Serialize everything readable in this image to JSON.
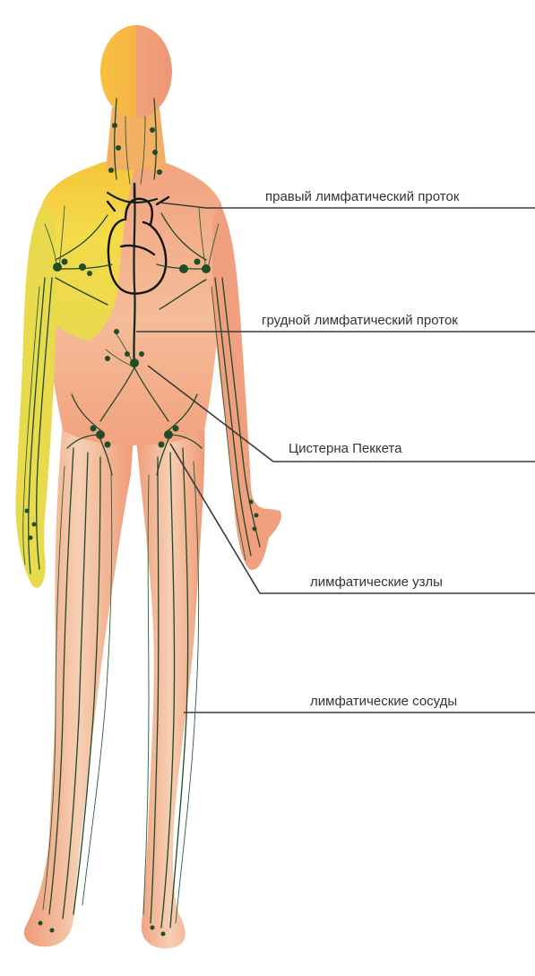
{
  "labels": {
    "right_lymphatic_duct": "правый лимфатический проток",
    "thoracic_duct": "грудной лимфатический проток",
    "cisterna_pecquet": "Цистерна Пеккета",
    "lymph_nodes": "лимфатические узлы",
    "lymph_vessels": "лимфатические сосуды"
  },
  "colors": {
    "body_salmon": "#f0a07a",
    "body_light": "#f6c8a6",
    "right_side_yellow": "#f2d23a",
    "right_side_orange": "#f5b23a",
    "vessel_green": "#1d4a2a",
    "leader_line": "#3a3a3a",
    "label_text": "#333333"
  }
}
